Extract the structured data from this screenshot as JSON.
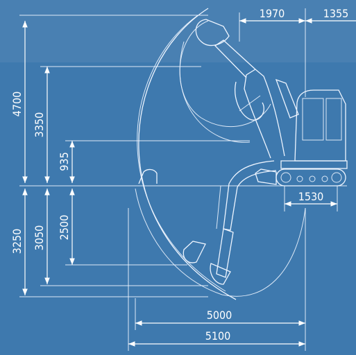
{
  "colors": {
    "background": "#3f7bb0",
    "line": "#eef5ff",
    "text": "#ffffff"
  },
  "dimensions": {
    "top_width_1": "1970",
    "top_width_2": "1355",
    "track_length": "1530",
    "reach_ground": "5000",
    "reach_max": "5100",
    "height_max": "4700",
    "height_dump": "3350",
    "blade_up": "935",
    "blade_down": "2500",
    "depth_vertical": "3050",
    "depth_max": "3250"
  }
}
